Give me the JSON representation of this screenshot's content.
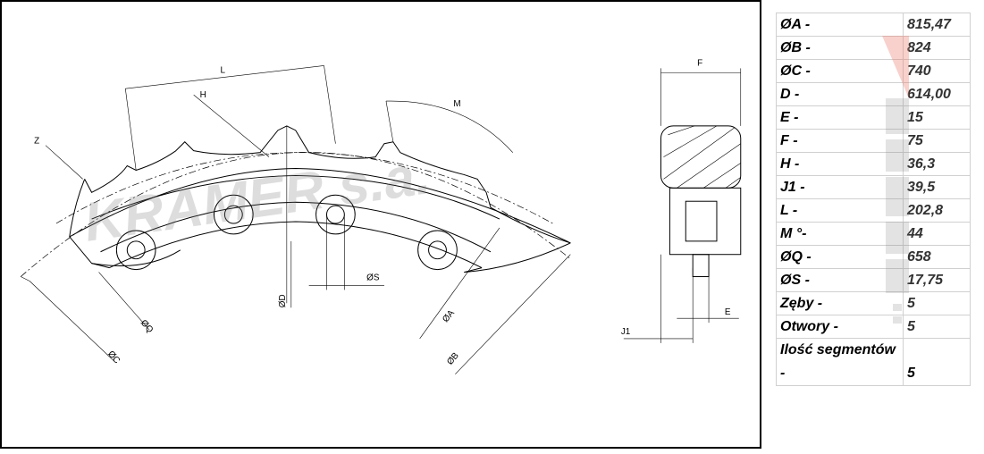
{
  "drawing": {
    "labels": {
      "L": "L",
      "H": "H",
      "M": "M",
      "Z": "Z",
      "D": "ØD",
      "S": "ØS",
      "Q": "ØQ",
      "C": "ØC",
      "A": "ØA",
      "B": "ØB",
      "F": "F",
      "E": "E",
      "J1": "J1"
    },
    "watermark": "KRAMER s.a."
  },
  "specs": [
    {
      "label": "ØA -",
      "value": "815,47"
    },
    {
      "label": "ØB -",
      "value": "824"
    },
    {
      "label": "ØC -",
      "value": "740"
    },
    {
      "label": "D -",
      "value": "614,00"
    },
    {
      "label": "E -",
      "value": "15"
    },
    {
      "label": "F -",
      "value": "75"
    },
    {
      "label": "H -",
      "value": "36,3"
    },
    {
      "label": "J1 -",
      "value": "39,5"
    },
    {
      "label": "L -",
      "value": "202,8"
    },
    {
      "label": "M °-",
      "value": "44"
    },
    {
      "label": "ØQ -",
      "value": "658"
    },
    {
      "label": "ØS -",
      "value": "17,75"
    },
    {
      "label": "Zęby -",
      "value": "5"
    },
    {
      "label": "Otwory -",
      "value": "5"
    },
    {
      "label": "Ilość segmentów -",
      "value": "5"
    }
  ],
  "watermark_text": "KRAMER s.a."
}
